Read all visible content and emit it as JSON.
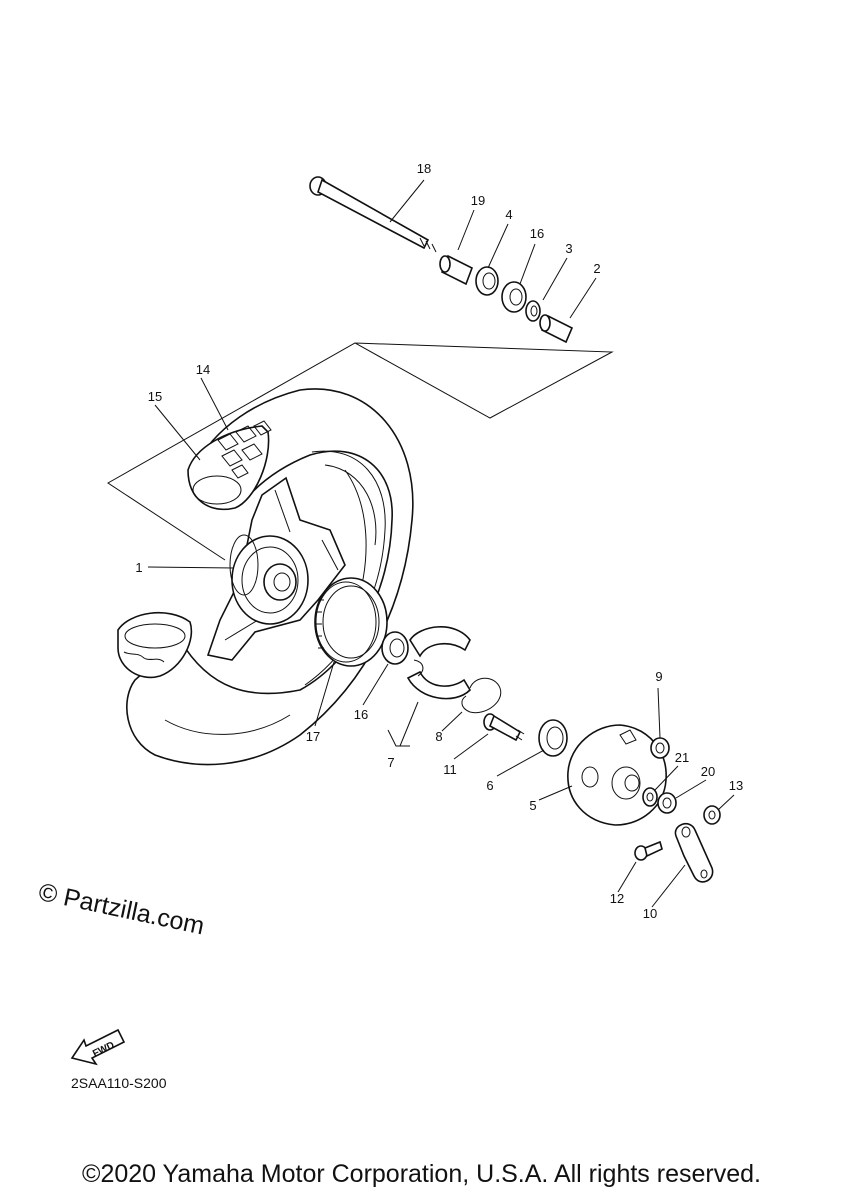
{
  "callouts": {
    "n1": "1",
    "n2": "2",
    "n3": "3",
    "n4": "4",
    "n5": "5",
    "n6": "6",
    "n7": "7",
    "n8": "8",
    "n9": "9",
    "n10": "10",
    "n11": "11",
    "n12": "12",
    "n13": "13",
    "n14": "14",
    "n15": "15",
    "n16a": "16",
    "n16b": "16",
    "n17": "17",
    "n18": "18",
    "n19": "19",
    "n20": "20",
    "n21": "21"
  },
  "watermark": "© Partzilla.com",
  "fwd_label": "FWD",
  "part_code": "2SAA110-S200",
  "copyright": "©2020 Yamaha Motor Corporation, U.S.A. All rights reserved."
}
